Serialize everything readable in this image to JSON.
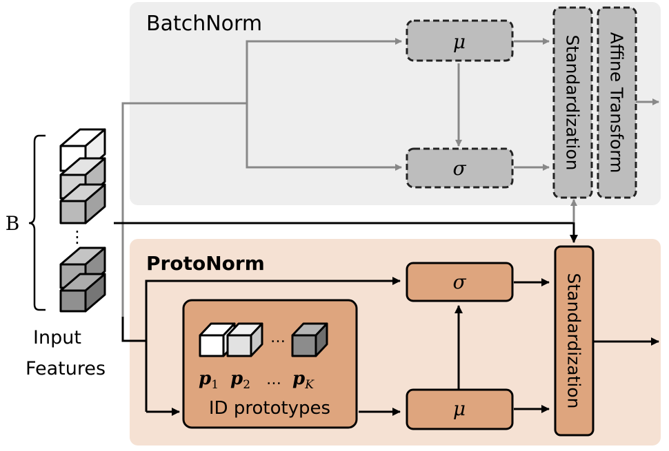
{
  "batchnorm": {
    "title": "BatchNorm",
    "mu": "μ",
    "sigma": "σ",
    "standardization": "Standardization",
    "affine": "Affine Transform"
  },
  "protonorm": {
    "title": "ProtoNorm",
    "mu": "μ",
    "sigma": "σ",
    "standardization": "Standardization",
    "prototypes_label": "ID prototypes",
    "prototype_dots": "…",
    "p1": "p",
    "p1_sub": "1",
    "p2": "p",
    "p2_sub": "2",
    "pdots": "…",
    "pk": "p",
    "pk_sub": "K"
  },
  "input": {
    "batch_label": "B",
    "dots": "⋮",
    "label_line1": "Input",
    "label_line2": "Features"
  },
  "colors": {
    "bn_bg": "#eeeeee",
    "pn_bg": "#f5e1d3",
    "bn_box": "#bdbdbd",
    "pn_box": "#dea57e",
    "gray_arrow": "#888888"
  }
}
